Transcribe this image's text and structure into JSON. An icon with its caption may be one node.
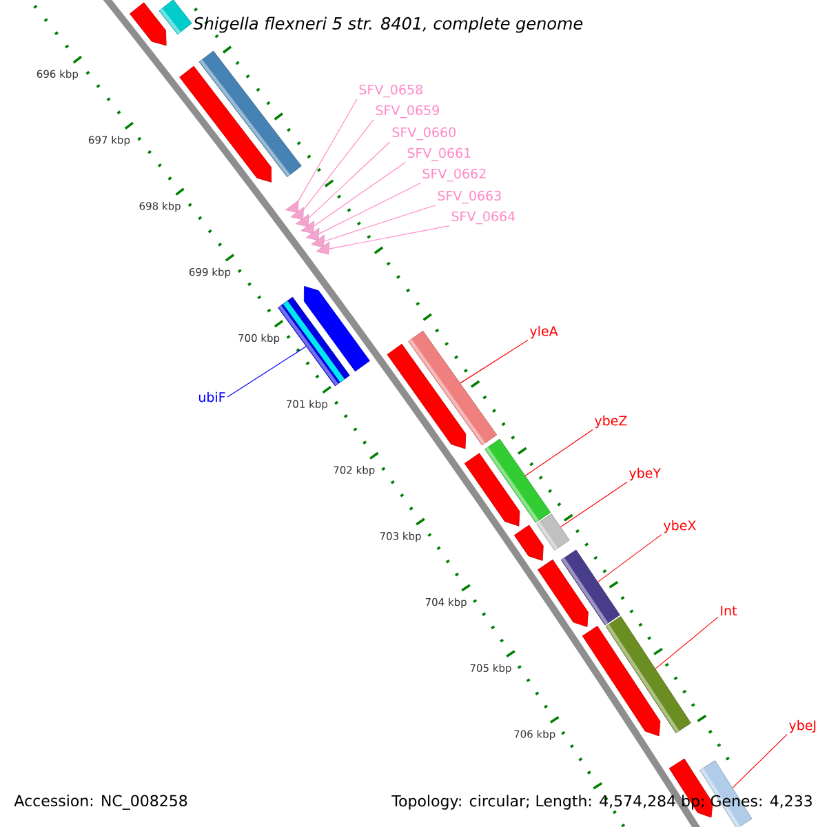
{
  "diagram": {
    "title": "Shigella flexneri 5 str. 8401, complete genome",
    "nodes": [
      {
        "text": [
          "SFV_0658"
        ]
      },
      {
        "text": [
          "SFV_0659"
        ]
      },
      {
        "text": [
          "SFV_0660"
        ]
      },
      {
        "text": [
          "SFV_0661"
        ]
      },
      {
        "text": [
          "SFV_0662"
        ]
      },
      {
        "text": [
          "SFV_0663"
        ]
      },
      {
        "text": [
          "SFV_0664"
        ]
      },
      {
        "text": [],
        "shape": "triangle"
      },
      {
        "text": [],
        "shape": "triangle"
      },
      {
        "text": [],
        "shape": "triangle"
      },
      {
        "text": [],
        "shape": "triangle"
      },
      {
        "text": [],
        "shape": "triangle"
      },
      {
        "text": [],
        "shape": "triangle"
      },
      {
        "text": [],
        "shape": "triangle"
      },
      {
        "text": [
          "ubiF"
        ]
      },
      {
        "text": [],
        "shape": "bar"
      },
      {
        "text": [
          "yleA"
        ]
      },
      {
        "text": [],
        "shape": "bar"
      },
      {
        "text": [
          "ybeZ"
        ]
      },
      {
        "text": [],
        "shape": "bar"
      },
      {
        "text": [
          "ybeY"
        ]
      },
      {
        "text": [],
        "shape": "bar"
      },
      {
        "text": [
          "ybeX"
        ]
      },
      {
        "text": [],
        "shape": "bar"
      },
      {
        "text": [
          "Int"
        ]
      },
      {
        "text": [],
        "shape": "bar"
      },
      {
        "text": [
          "ybeJ"
        ]
      },
      {
        "text": [],
        "shape": "bar"
      },
      {
        "text": [],
        "shape": "bar"
      },
      {
        "text": [],
        "shape": "bar"
      },
      {
        "text": [],
        "shape": "bar"
      },
      {
        "text": [],
        "shape": "bar"
      },
      {
        "text": [],
        "shape": "bar"
      },
      {
        "text": [],
        "shape": "bar"
      },
      {
        "text": [],
        "shape": "bar"
      },
      {
        "text": [],
        "shape": "bar"
      },
      {
        "text": [],
        "shape": "bar"
      },
      {
        "text": [],
        "shape": "bar"
      },
      {
        "text": [],
        "shape": "bar"
      }
    ],
    "edges": [
      {
        "from": 0,
        "to": 7,
        "arrow": "none"
      },
      {
        "from": 1,
        "to": 8,
        "arrow": "none"
      },
      {
        "from": 2,
        "to": 9,
        "arrow": "none"
      },
      {
        "from": 3,
        "to": 10,
        "arrow": "none"
      },
      {
        "from": 4,
        "to": 11,
        "arrow": "none"
      },
      {
        "from": 5,
        "to": 12,
        "arrow": "none"
      },
      {
        "from": 6,
        "to": 13,
        "arrow": "none"
      },
      {
        "from": 14,
        "to": 15,
        "arrow": "none",
        "color": "#0000ff"
      },
      {
        "from": 16,
        "to": 17,
        "arrow": "none",
        "color": "#ff0000"
      },
      {
        "from": 18,
        "to": 19,
        "arrow": "none",
        "color": "#ff0000"
      },
      {
        "from": 20,
        "to": 21,
        "arrow": "none",
        "color": "#ff0000"
      },
      {
        "from": 22,
        "to": 23,
        "arrow": "none",
        "color": "#ff0000"
      },
      {
        "from": 24,
        "to": 25,
        "arrow": "none",
        "color": "#ff0000"
      },
      {
        "from": 26,
        "to": 27,
        "arrow": "none",
        "color": "#ff0000"
      }
    ],
    "labels": [
      "696 kbp",
      "697 kbp",
      "698 kbp",
      "699 kbp",
      "700 kbp",
      "701 kbp",
      "702 kbp",
      "703 kbp",
      "704 kbp",
      "705 kbp",
      "706 kbp",
      "Accession: NC_008258",
      "Topology: circular; Length: 4,574,284 bp; Genes: 4,233"
    ]
  }
}
